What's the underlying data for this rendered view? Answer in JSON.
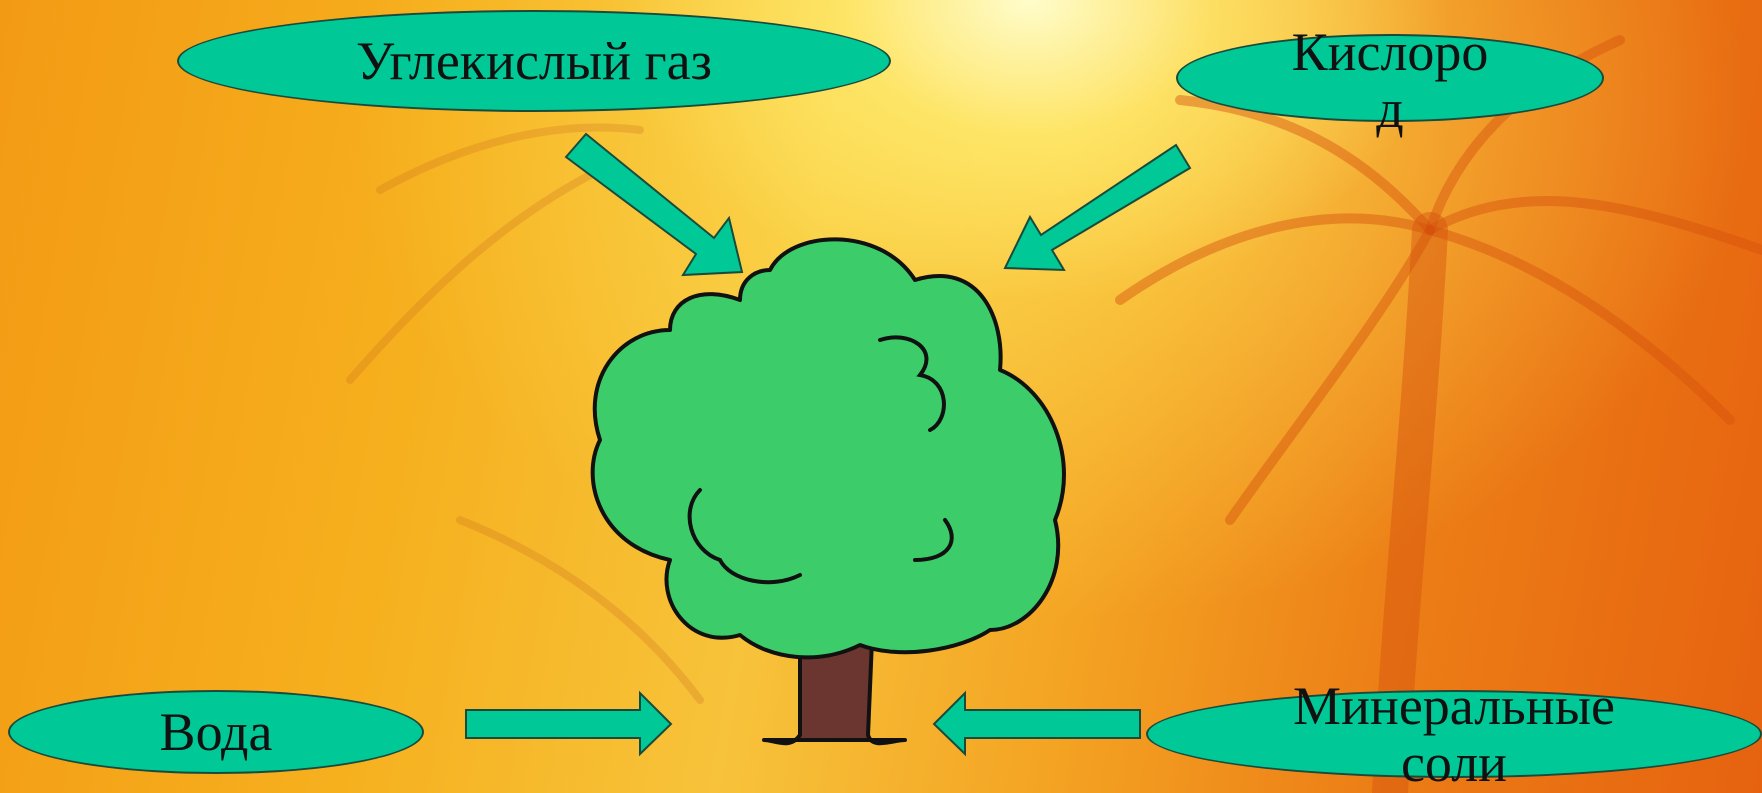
{
  "nodes": {
    "co2": "Углекислый газ",
    "oxygen": "Кислоро\nд",
    "water": "Вода",
    "minerals": "Минеральные\nсоли"
  },
  "colors": {
    "oval_fill": "#00c896",
    "arrow_fill": "#00c896",
    "tree_crown": "#3ccc6a",
    "tree_trunk": "#6b3530",
    "background": "#f5a623"
  },
  "icons": {
    "tree": "tree-icon",
    "arrow": "arrow-icon"
  }
}
